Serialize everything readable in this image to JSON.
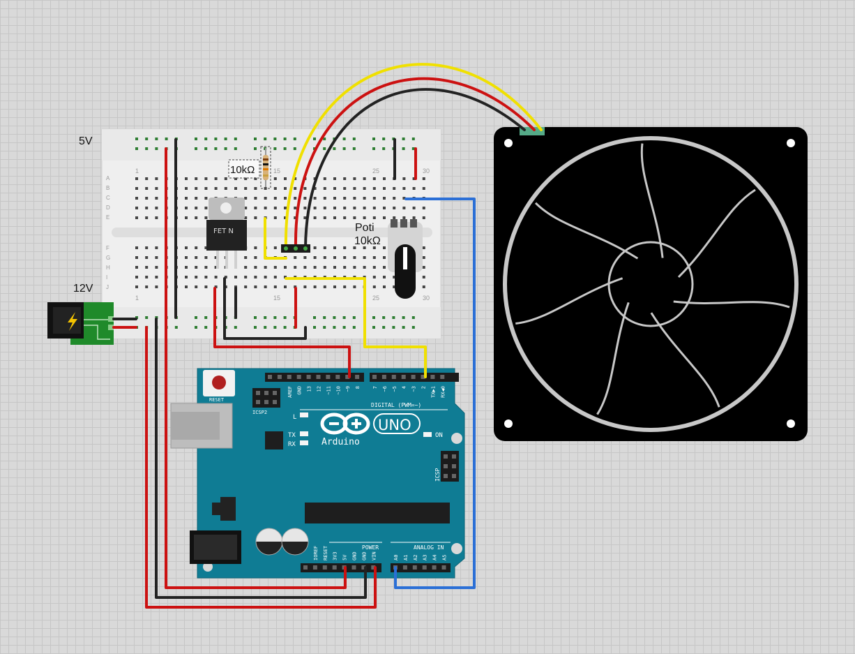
{
  "labels": {
    "v5": "5V",
    "v12": "12V",
    "resistor": "10kΩ",
    "poti_name": "Poti",
    "poti_value": "10kΩ",
    "mosfet": "FET N"
  },
  "breadboard": {
    "columns": [
      "1",
      "15",
      "25",
      "30"
    ],
    "rows": [
      "A",
      "B",
      "C",
      "D",
      "E",
      "F",
      "G",
      "H",
      "I",
      "J"
    ]
  },
  "arduino": {
    "reset": "RESET",
    "icsp2": "ICSP2",
    "icsp": "ICSP",
    "uno": "UNO",
    "brand": "Arduino",
    "on": "ON",
    "led_l": "L",
    "tx": "TX",
    "rx": "RX",
    "digital_header": "DIGITAL (PWM=~)",
    "power_header": "POWER",
    "analog_header": "ANALOG IN",
    "digital_pins": [
      "AREF",
      "GND",
      "13",
      "12",
      "~11",
      "~10",
      "~9",
      "8",
      "7",
      "~6",
      "~5",
      "4",
      "~3",
      "2",
      "TX▶1",
      "RX◀0"
    ],
    "power_pins": [
      "IOREF",
      "RESET",
      "3V3",
      "5V",
      "GND",
      "GND",
      "VIN"
    ],
    "analog_pins": [
      "A0",
      "A1",
      "A2",
      "A3",
      "A4",
      "A5"
    ]
  },
  "colors": {
    "wire_red": "#cc1111",
    "wire_black": "#222222",
    "wire_yellow": "#f0e000",
    "wire_blue": "#2b6fd6",
    "arduino_body": "#0f7c94",
    "breadboard": "#eeeeee",
    "fan": "#000000"
  },
  "icons": {
    "dc_jack": "lightning-bolt-icon",
    "arduino_logo": "infinity-plus-minus-logo",
    "fan": "fan-blades-icon"
  }
}
